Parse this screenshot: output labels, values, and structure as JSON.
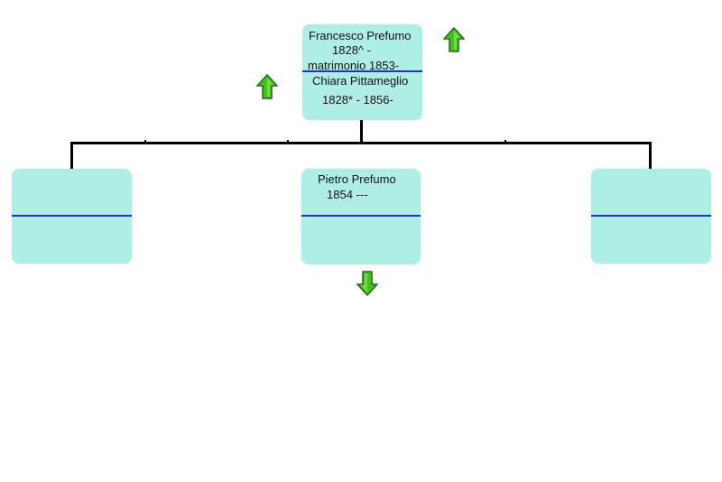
{
  "parents": {
    "father_name": "Francesco Prefumo",
    "father_dates": "1828^ -",
    "marriage": "matrimonio 1853-",
    "mother_name": "Chiara Pittameglio",
    "mother_dates": "1828* - 1856-"
  },
  "children": [
    {
      "name": "",
      "dates": ""
    },
    {
      "name": "Pietro Prefumo",
      "dates": "1854 ---"
    },
    {
      "name": "",
      "dates": ""
    }
  ],
  "colors": {
    "card": "#aeeee4",
    "divider": "#1f2fd0",
    "arrow": "#3fc31a"
  },
  "icons": {
    "father_ancestors": "up-arrow-icon",
    "mother_ancestors": "up-arrow-icon",
    "child_descendants": "down-arrow-icon"
  }
}
